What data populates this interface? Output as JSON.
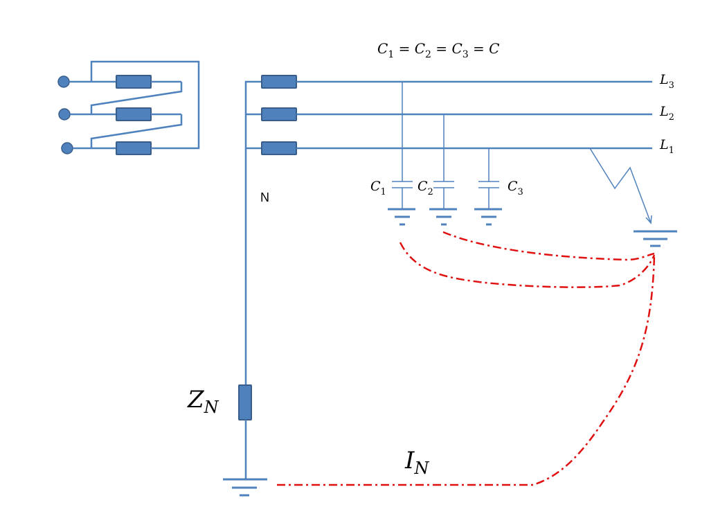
{
  "equation": {
    "parts": [
      {
        "sym": "C",
        "sub": "1"
      },
      {
        "op": " = "
      },
      {
        "sym": "C",
        "sub": "2"
      },
      {
        "op": " = "
      },
      {
        "sym": "C",
        "sub": "3"
      },
      {
        "op": " = "
      },
      {
        "sym": "C",
        "sub": ""
      }
    ]
  },
  "lines": {
    "l3": {
      "sym": "L",
      "sub": "3"
    },
    "l2": {
      "sym": "L",
      "sub": "2"
    },
    "l1": {
      "sym": "L",
      "sub": "1"
    }
  },
  "capacitors": {
    "c1": {
      "sym": "C",
      "sub": "1"
    },
    "c2": {
      "sym": "C",
      "sub": "2"
    },
    "c3": {
      "sym": "C",
      "sub": "3"
    }
  },
  "neutral_label": "N",
  "impedance": {
    "sym": "Z",
    "sub": "N"
  },
  "current": {
    "sym": "I",
    "sub": "N"
  },
  "colors": {
    "wire": "#4F81BD",
    "component_fill": "#4F81BD",
    "component_border": "#385D8A",
    "current_path": "#E01010"
  }
}
